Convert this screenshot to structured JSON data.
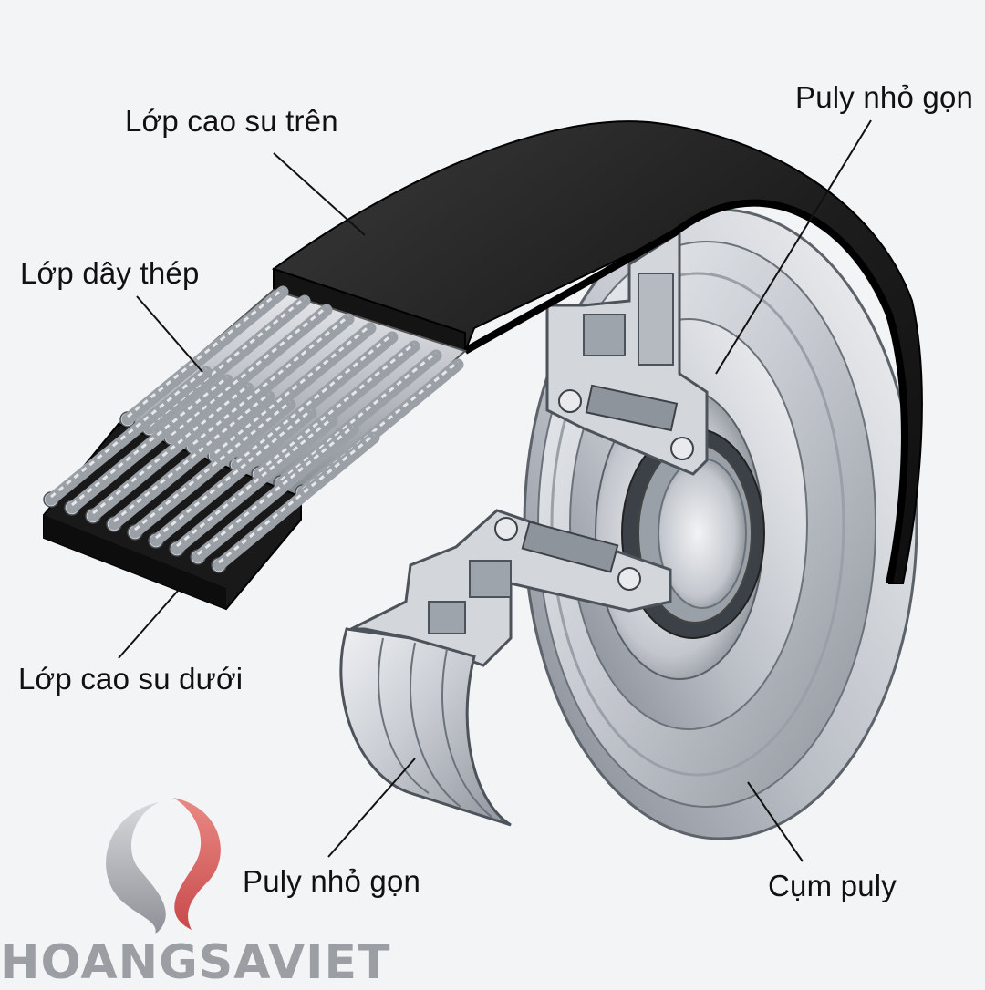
{
  "labels": {
    "top_rubber": "Lớp cao su trên",
    "steel_cord": "Lớp dây thép",
    "bottom_rubber": "Lớp cao su dưới",
    "pulley_top": "Puly nhỏ gọn",
    "pulley_bottom": "Puly nhỏ gọn",
    "pulley_assembly": "Cụm puly"
  },
  "brand": {
    "name": "HOANGSAVIET"
  },
  "colors": {
    "rubber": "#1c1c1c",
    "steel": "#c4c8cd",
    "metal_light": "#e3e6ea",
    "metal_dark": "#8d9299",
    "brand_red": "#d85a5a",
    "brand_gray": "#9b9ea3"
  }
}
